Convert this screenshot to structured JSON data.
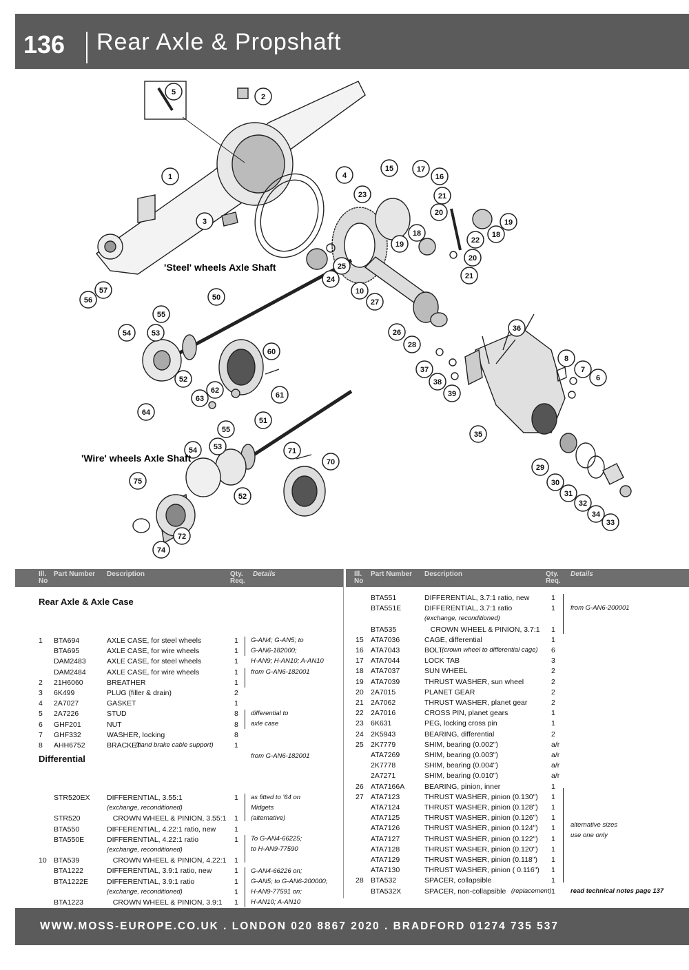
{
  "header": {
    "page_number": "136",
    "title": "Rear Axle & Propshaft"
  },
  "diagram": {
    "label_steel": "'Steel' wheels Axle Shaft",
    "label_wire": "'Wire' wheels Axle Shaft",
    "callouts": [
      "1",
      "2",
      "3",
      "4",
      "5",
      "6",
      "7",
      "8",
      "10",
      "15",
      "16",
      "17",
      "18",
      "18",
      "19",
      "19",
      "20",
      "20",
      "21",
      "21",
      "22",
      "23",
      "24",
      "25",
      "26",
      "27",
      "28",
      "29",
      "30",
      "31",
      "32",
      "33",
      "34",
      "35",
      "36",
      "37",
      "38",
      "39",
      "50",
      "51",
      "52",
      "52",
      "53",
      "53",
      "54",
      "54",
      "55",
      "55",
      "56",
      "57",
      "60",
      "61",
      "62",
      "63",
      "64",
      "70",
      "71",
      "72",
      "74",
      "75"
    ]
  },
  "table_headers": {
    "ill_no": "Ill.\nNo",
    "part_number": "Part Number",
    "description": "Description",
    "qty": "Qty.\nReq.",
    "details": "Details"
  },
  "left_table": {
    "section1": "Rear Axle & Axle Case",
    "section2": "Differential",
    "rows1": [
      {
        "no": "1",
        "part": "BTA694",
        "desc": "AXLE CASE, for steel wheels",
        "qty": "1"
      },
      {
        "no": "",
        "part": "BTA695",
        "desc": "AXLE CASE, for wire wheels",
        "qty": "1"
      },
      {
        "no": "",
        "part": "DAM2483",
        "desc": "AXLE CASE, for steel wheels",
        "qty": "1"
      },
      {
        "no": "",
        "part": "DAM2484",
        "desc": "AXLE CASE, for wire wheels",
        "qty": "1"
      },
      {
        "no": "2",
        "part": "21H6060",
        "desc": "BREATHER",
        "qty": "1"
      },
      {
        "no": "3",
        "part": "6K499",
        "desc": "PLUG (filler & drain)",
        "qty": "2"
      },
      {
        "no": "4",
        "part": "2A7027",
        "desc": "GASKET",
        "qty": "1"
      },
      {
        "no": "5",
        "part": "2A7226",
        "desc": "STUD",
        "qty": "8"
      },
      {
        "no": "6",
        "part": "GHF201",
        "desc": "NUT",
        "qty": "8"
      },
      {
        "no": "7",
        "part": "GHF332",
        "desc": "WASHER, locking",
        "qty": "8"
      },
      {
        "no": "8",
        "part": "AHH6752",
        "desc": "BRACKET",
        "note": "(hand brake cable support)",
        "qty": "1"
      }
    ],
    "details1": [
      "G-AN4; G-AN5; to",
      "G-AN6-182000;",
      "H-AN9; H-AN10; A-AN10",
      "from G-AN6-182001",
      "differential to",
      "axle case",
      "from G-AN6-182001"
    ],
    "rows2": [
      {
        "no": "",
        "part": "STR520EX",
        "desc": "DIFFERENTIAL, 3.55:1",
        "qty": "1"
      },
      {
        "no": "",
        "part": "",
        "desc": "",
        "note": "(exchange, reconditioned)",
        "qty": ""
      },
      {
        "no": "",
        "part": "STR520",
        "desc": "   CROWN WHEEL & PINION, 3.55:1",
        "qty": "1"
      },
      {
        "no": "",
        "part": "BTA550",
        "desc": "DIFFERENTIAL, 4.22:1 ratio, new",
        "qty": "1"
      },
      {
        "no": "",
        "part": "BTA550E",
        "desc": "DIFFERENTIAL, 4.22:1 ratio",
        "qty": "1"
      },
      {
        "no": "",
        "part": "",
        "desc": "",
        "note": "(exchange, reconditioned)",
        "qty": ""
      },
      {
        "no": "10",
        "part": "BTA539",
        "desc": "   CROWN WHEEL & PINION, 4.22:1",
        "qty": "1"
      },
      {
        "no": "",
        "part": "BTA1222",
        "desc": "DIFFERENTIAL, 3.9:1 ratio, new",
        "qty": "1"
      },
      {
        "no": "",
        "part": "BTA1222E",
        "desc": "DIFFERENTIAL, 3.9:1 ratio",
        "qty": "1"
      },
      {
        "no": "",
        "part": "",
        "desc": "",
        "note": "(exchange, reconditioned)",
        "qty": "1"
      },
      {
        "no": "",
        "part": "BTA1223",
        "desc": "   CROWN WHEEL & PINION, 3.9:1",
        "qty": "1"
      }
    ],
    "details2": [
      "as fitted to '64 on",
      "Midgets",
      "(alternative)",
      "To G-AN4-66225;",
      "to H-AN9-77590",
      "G-AN4-66226 on;",
      "G-AN5; to G-AN6-200000;",
      "H-AN9-77591 on;",
      "H-AN10; A-AN10"
    ]
  },
  "right_table": {
    "rows": [
      {
        "no": "",
        "part": "BTA551",
        "desc": "DIFFERENTIAL, 3.7:1 ratio, new",
        "qty": "1"
      },
      {
        "no": "",
        "part": "BTA551E",
        "desc": "DIFFERENTIAL, 3.7:1 ratio",
        "qty": "1"
      },
      {
        "no": "",
        "part": "",
        "desc": "",
        "note": "(exchange, reconditioned)",
        "qty": ""
      },
      {
        "no": "",
        "part": "BTA535",
        "desc": "   CROWN WHEEL & PINION, 3.7:1",
        "qty": "1"
      },
      {
        "no": "15",
        "part": "ATA7036",
        "desc": "CAGE, differential",
        "qty": "1"
      },
      {
        "no": "16",
        "part": "ATA7043",
        "desc": "BOLT",
        "note": "(crown wheel to differential cage)",
        "qty": "6"
      },
      {
        "no": "17",
        "part": "ATA7044",
        "desc": "LOCK TAB",
        "qty": "3"
      },
      {
        "no": "18",
        "part": "ATA7037",
        "desc": "SUN WHEEL",
        "qty": "2"
      },
      {
        "no": "19",
        "part": "ATA7039",
        "desc": "THRUST WASHER, sun wheel",
        "qty": "2"
      },
      {
        "no": "20",
        "part": "2A7015",
        "desc": "PLANET GEAR",
        "qty": "2"
      },
      {
        "no": "21",
        "part": "2A7062",
        "desc": "THRUST WASHER, planet gear",
        "qty": "2"
      },
      {
        "no": "22",
        "part": "2A7016",
        "desc": "CROSS PIN, planet gears",
        "qty": "1"
      },
      {
        "no": "23",
        "part": "6K631",
        "desc": "PEG, locking cross pin",
        "qty": "1"
      },
      {
        "no": "24",
        "part": "2K5943",
        "desc": "BEARING, differential",
        "qty": "2"
      },
      {
        "no": "25",
        "part": "2K7779",
        "desc": "SHIM, bearing (0.002\")",
        "qty": "a/r"
      },
      {
        "no": "",
        "part": "ATA7269",
        "desc": "SHIM, bearing (0.003\")",
        "qty": "a/r"
      },
      {
        "no": "",
        "part": "2K7778",
        "desc": "SHIM, bearing (0.004\")",
        "qty": "a/r"
      },
      {
        "no": "",
        "part": "2A7271",
        "desc": "SHIM, bearing (0.010\")",
        "qty": "a/r"
      },
      {
        "no": "26",
        "part": "ATA7166A",
        "desc": "BEARING, pinion, inner",
        "qty": "1"
      },
      {
        "no": "27",
        "part": "ATA7123",
        "desc": "THRUST WASHER, pinion (0.130\")",
        "qty": "1"
      },
      {
        "no": "",
        "part": "ATA7124",
        "desc": "THRUST WASHER, pinion (0.128\")",
        "qty": "1"
      },
      {
        "no": "",
        "part": "ATA7125",
        "desc": "THRUST WASHER, pinion (0.126\")",
        "qty": "1"
      },
      {
        "no": "",
        "part": "ATA7126",
        "desc": "THRUST WASHER, pinion (0.124\")",
        "qty": "1"
      },
      {
        "no": "",
        "part": "ATA7127",
        "desc": "THRUST WASHER, pinion (0.122\")",
        "qty": "1"
      },
      {
        "no": "",
        "part": "ATA7128",
        "desc": "THRUST WASHER, pinion (0.120\")",
        "qty": "1"
      },
      {
        "no": "",
        "part": "ATA7129",
        "desc": "THRUST WASHER, pinion (0.118\")",
        "qty": "1"
      },
      {
        "no": "",
        "part": "ATA7130",
        "desc": "THRUST WASHER, pinion ( 0.116\")",
        "qty": "1"
      },
      {
        "no": "28",
        "part": "BTA532",
        "desc": "SPACER, collapsible",
        "qty": "1"
      },
      {
        "no": "",
        "part": "BTA532X",
        "desc": "SPACER, non-collapsible",
        "note": "(replacement)",
        "qty": "1"
      }
    ],
    "details": [
      "from G-AN6-200001",
      "alternative sizes",
      "use one only",
      "read technical notes page 137"
    ]
  },
  "footer": {
    "text": "WWW.MOSS-EUROPE.CO.UK . LONDON 020 8867 2020 . BRADFORD 01274 735 537"
  }
}
